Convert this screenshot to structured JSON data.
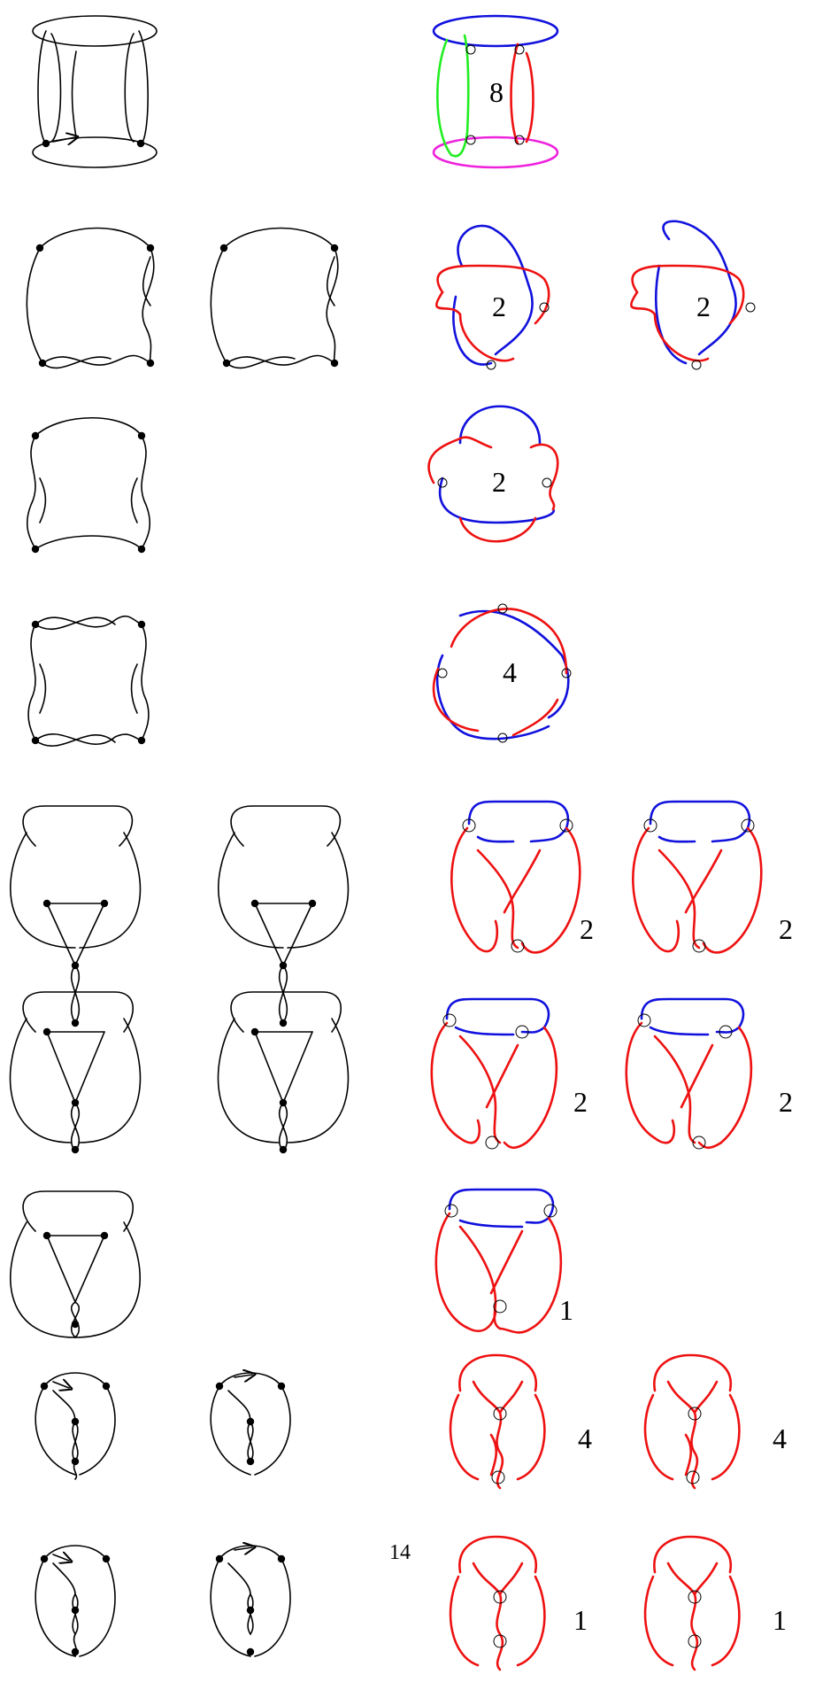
{
  "colors": {
    "ink": "#000000",
    "red": "#ee1111",
    "blue": "#1111dd",
    "green": "#22ee22",
    "magenta": "#ee22dd"
  },
  "labels": {
    "row1": "8",
    "row2a": "2",
    "row2b": "2",
    "row3": "2",
    "row4": "4",
    "row5a": "2",
    "row5b": "2",
    "row6a": "2",
    "row6b": "2",
    "row7": "1",
    "row8a": "4",
    "row8b": "4",
    "row9a": "1",
    "row9b": "1",
    "row9_index": "14"
  }
}
